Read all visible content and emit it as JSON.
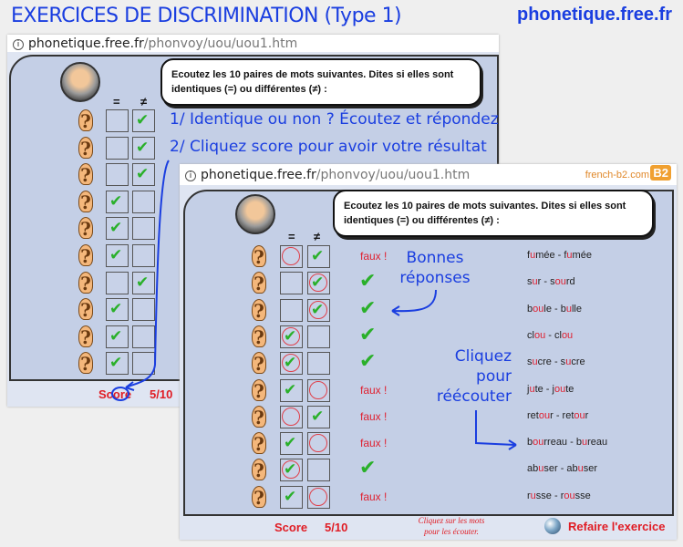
{
  "header": {
    "title": "EXERCICES DE DISCRIMINATION  (Type 1)",
    "site": "phonetique.free.fr"
  },
  "browser": {
    "domain": "phonetique.free.fr",
    "path": "/phonvoy/uou/uou1.htm"
  },
  "exercise": {
    "instruction_line1": "Ecoutez les 10 paires de mots suivantes. Dites si elles sont",
    "instruction_line2": "identiques (=) ou différentes (≠) :",
    "col_equal": "=",
    "col_diff": "≠"
  },
  "back_window": {
    "answers": [
      "diff",
      "diff",
      "diff",
      "equal",
      "equal",
      "equal",
      "diff",
      "equal",
      "equal",
      "equal"
    ],
    "score_label": "Score",
    "score_value": "5/10",
    "annotation1": "1/ Identique ou non ? Écoutez et répondez",
    "annotation2": "2/ Cliquez score pour avoir votre résultat"
  },
  "front_window": {
    "logo_text": "french-b2.com",
    "logo_badge": "B2",
    "rows": [
      {
        "answer": "diff",
        "correct": false,
        "word": "f[u]mée - f[u]mée"
      },
      {
        "answer": "diff",
        "correct": true,
        "word": "s[u]r - s[ou]rd"
      },
      {
        "answer": "diff",
        "correct": true,
        "word": "b[ou]le - b[u]lle"
      },
      {
        "answer": "equal",
        "correct": true,
        "word": "cl[ou] - cl[ou]"
      },
      {
        "answer": "equal",
        "correct": true,
        "word": "s[u]cre - s[u]cre"
      },
      {
        "answer": "equal",
        "correct": false,
        "word": "j[u]te - j[ou]te"
      },
      {
        "answer": "diff",
        "correct": false,
        "word": "ret[ou]r - ret[ou]r"
      },
      {
        "answer": "equal",
        "correct": false,
        "word": "b[ou]rreau - b[u]reau"
      },
      {
        "answer": "equal",
        "correct": true,
        "word": "ab[u]ser - ab[u]ser"
      },
      {
        "answer": "equal",
        "correct": false,
        "word": "r[u]sse - r[ou]sse"
      }
    ],
    "faux_label": "faux !",
    "score_label": "Score",
    "score_value": "5/10",
    "hint_line1": "Cliquez sur les mots",
    "hint_line2": "pour les écouter.",
    "redo_label": "Refaire l'exercice",
    "annotation_good": "Bonnes réponses",
    "annotation_listen": "Cliquez pour réécouter"
  },
  "colors": {
    "accent_blue": "#1a3ee0",
    "red": "#e01c24",
    "green": "#2ab02a",
    "panel": "#c4cfe6"
  }
}
